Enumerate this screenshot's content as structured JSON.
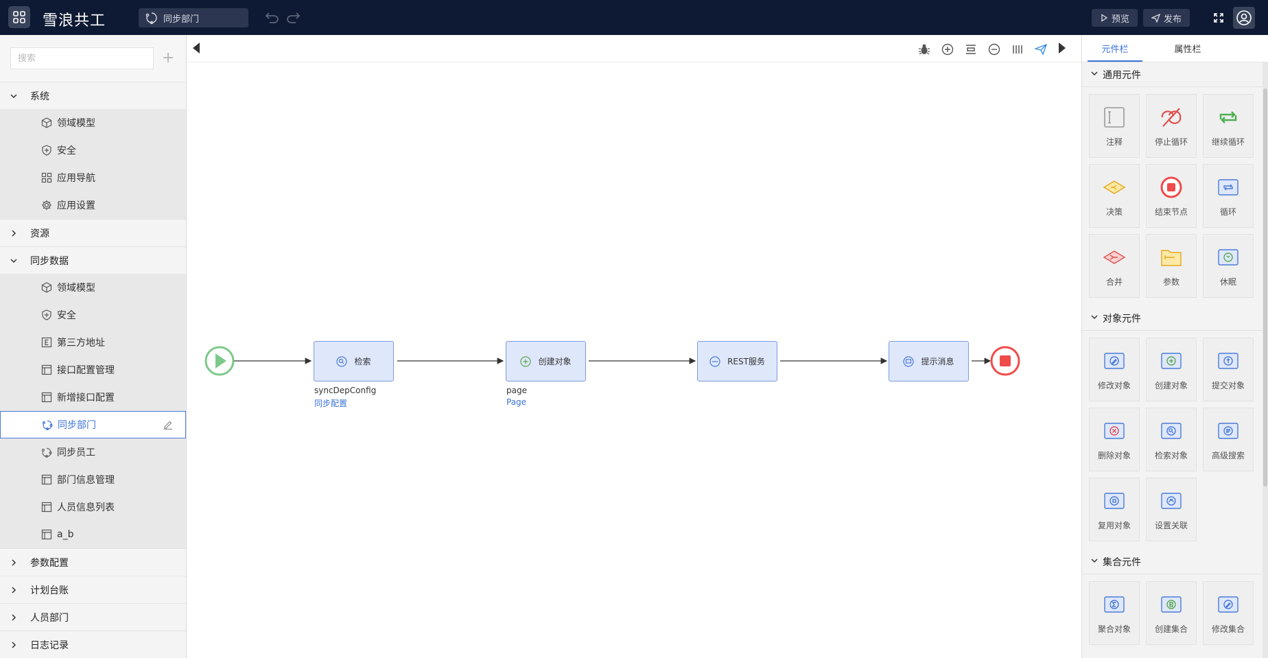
{
  "topbar": {
    "app_title": "雪浪共工",
    "open_tab": "同步部门",
    "preview_label": "预览",
    "publish_label": "发布"
  },
  "sidebar": {
    "search_placeholder": "搜索",
    "groups": [
      {
        "label": "系统",
        "expanded": true,
        "items": [
          {
            "label": "领域模型",
            "icon": "cube-icon"
          },
          {
            "label": "安全",
            "icon": "shield-icon"
          },
          {
            "label": "应用导航",
            "icon": "grid-icon"
          },
          {
            "label": "应用设置",
            "icon": "gear-icon"
          }
        ]
      },
      {
        "label": "资源",
        "expanded": false
      },
      {
        "label": "同步数据",
        "expanded": true,
        "items": [
          {
            "label": "领域模型",
            "icon": "cube-icon"
          },
          {
            "label": "安全",
            "icon": "shield-icon"
          },
          {
            "label": "第三方地址",
            "icon": "e-box-icon"
          },
          {
            "label": "接口配置管理",
            "icon": "table-icon"
          },
          {
            "label": "新增接口配置",
            "icon": "table-icon"
          },
          {
            "label": "同步部门",
            "icon": "flow-icon",
            "active": true
          },
          {
            "label": "同步员工",
            "icon": "flow-icon"
          },
          {
            "label": "部门信息管理",
            "icon": "table-icon"
          },
          {
            "label": "人员信息列表",
            "icon": "table-icon"
          },
          {
            "label": "a_b",
            "icon": "table-icon"
          }
        ]
      },
      {
        "label": "参数配置",
        "expanded": false
      },
      {
        "label": "计划台账",
        "expanded": false
      },
      {
        "label": "人员部门",
        "expanded": false
      },
      {
        "label": "日志记录",
        "expanded": false
      }
    ]
  },
  "flow": {
    "nodes": [
      {
        "label": "检索",
        "icon": "search-object-icon",
        "sub1": "syncDepConfig",
        "sub2": "同步配置"
      },
      {
        "label": "创建对象",
        "icon": "create-object-icon",
        "sub1": "page",
        "sub2": "Page"
      },
      {
        "label": "REST服务",
        "icon": "rest-icon",
        "sub1": "",
        "sub2": ""
      },
      {
        "label": "提示消息",
        "icon": "message-icon",
        "sub1": "",
        "sub2": ""
      }
    ]
  },
  "rpanel": {
    "tabs": [
      "元件栏",
      "属性栏"
    ],
    "sections": [
      {
        "title": "通用元件",
        "items": [
          {
            "label": "注释",
            "icon": "comment-icon"
          },
          {
            "label": "停止循环",
            "icon": "stop-loop-icon"
          },
          {
            "label": "继续循环",
            "icon": "continue-loop-icon"
          },
          {
            "label": "决策",
            "icon": "decision-icon"
          },
          {
            "label": "结束节点",
            "icon": "end-node-icon"
          },
          {
            "label": "循环",
            "icon": "loop-icon"
          },
          {
            "label": "合并",
            "icon": "merge-icon"
          },
          {
            "label": "参数",
            "icon": "parameter-icon"
          },
          {
            "label": "休眠",
            "icon": "sleep-icon"
          }
        ]
      },
      {
        "title": "对象元件",
        "items": [
          {
            "label": "修改对象",
            "icon": "edit-object-icon"
          },
          {
            "label": "创建对象",
            "icon": "create-object-icon"
          },
          {
            "label": "提交对象",
            "icon": "commit-object-icon"
          },
          {
            "label": "删除对象",
            "icon": "delete-object-icon"
          },
          {
            "label": "检索对象",
            "icon": "search-object-icon"
          },
          {
            "label": "高级搜索",
            "icon": "advanced-search-icon"
          },
          {
            "label": "复用对象",
            "icon": "reuse-object-icon"
          },
          {
            "label": "设置关联",
            "icon": "association-icon"
          }
        ]
      },
      {
        "title": "集合元件",
        "items": [
          {
            "label": "聚合对象",
            "icon": "aggregate-icon"
          },
          {
            "label": "创建集合",
            "icon": "create-collection-icon"
          },
          {
            "label": "修改集合",
            "icon": "edit-collection-icon"
          }
        ]
      }
    ]
  },
  "colors": {
    "topbar_bg": "#0e1a33",
    "accent": "#3b73d9",
    "node_fill": "#dfe7fb",
    "start_green": "#7dc98b",
    "end_red": "#ef4b4b"
  }
}
